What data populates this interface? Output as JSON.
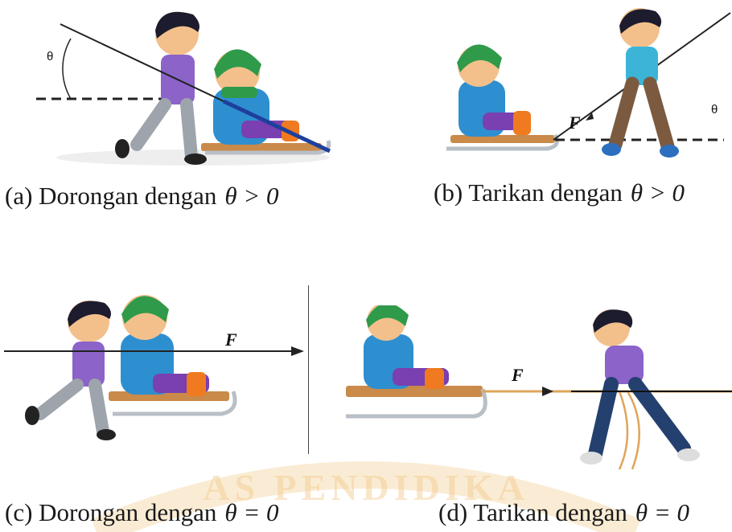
{
  "panels": {
    "a": {
      "caption": "(a) Dorongan dengan",
      "math": "θ > 0",
      "angle_symbol": "θ"
    },
    "b": {
      "caption": "(b) Tarikan dengan",
      "math": "θ > 0",
      "angle_symbol": "θ",
      "force_symbol": "F"
    },
    "c": {
      "caption": "(c) Dorongan dengan",
      "math": "θ = 0",
      "force_symbol": "F"
    },
    "d": {
      "caption": "(d) Tarikan dengan",
      "math": "θ = 0",
      "force_symbol": "F"
    }
  },
  "watermark": {
    "text": "AS PENDIDIKA",
    "color": "#f3c98a"
  },
  "colors": {
    "boy_shirt": "#8b63c9",
    "boy_pants": "#9ea4ab",
    "boy_hair": "#1c1c2e",
    "child_hat": "#2f9a4a",
    "child_coat": "#2d8fd0",
    "child_pants": "#7a3fb0",
    "boots": "#f07a1f",
    "sled_wood": "#c98a4a",
    "sled_rail": "#b9bfc6",
    "force_line": "#1f3f9c",
    "rope": "#e0a45a"
  }
}
